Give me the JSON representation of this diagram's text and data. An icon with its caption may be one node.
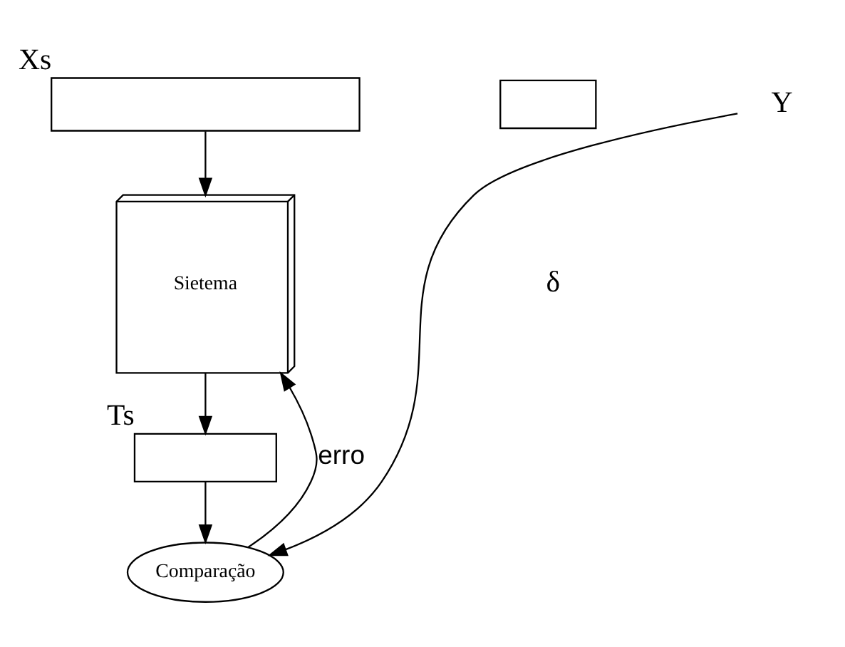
{
  "diagram": {
    "nodes": [
      {
        "text": [],
        "shape": "box",
        "beside": [
          "Xs"
        ]
      },
      {
        "text": [],
        "shape": "box"
      },
      {
        "text": [
          "Sietema"
        ]
      },
      {
        "text": [],
        "shape": "box",
        "beside": [
          "Ts"
        ]
      },
      {
        "text": [
          "Comparação"
        ]
      },
      {
        "text": [
          "Y"
        ]
      }
    ],
    "edges": [
      {
        "from": 0,
        "to": 2,
        "arrow": "to"
      },
      {
        "from": 2,
        "to": 3,
        "arrow": "to"
      },
      {
        "from": 3,
        "to": 4,
        "arrow": "to"
      },
      {
        "from": 5,
        "to": 4,
        "arrow": "to"
      },
      {
        "from": 4,
        "to": 2,
        "arrow": "to",
        "label": "erro"
      }
    ],
    "labels": [
      "δ"
    ]
  }
}
